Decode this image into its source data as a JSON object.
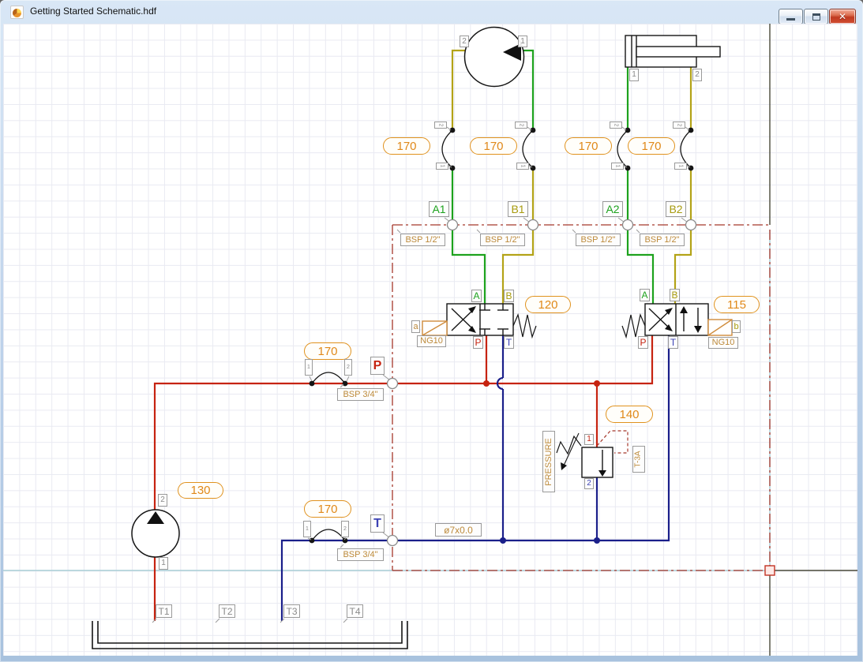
{
  "window": {
    "title": "Getting Started Schematic.hdf",
    "controls": {
      "minimize": "minimize",
      "maximize": "maximize",
      "close_glyph": "✕"
    }
  },
  "palette": {
    "pressure_line": "#c62310",
    "tank_line": "#1a1f8a",
    "work_line_a": "#1da21d",
    "work_line_b": "#b3a317",
    "balloon_orange": "#e0921e",
    "label_gray": "#8a8a8a",
    "boundary_red": "#a5372b",
    "page_cyan": "#a9ced6"
  },
  "labels": [
    {
      "id": "balloon-170-1",
      "text": "170"
    },
    {
      "id": "balloon-170-2",
      "text": "170"
    },
    {
      "id": "balloon-170-3",
      "text": "170"
    },
    {
      "id": "balloon-170-4",
      "text": "170"
    },
    {
      "id": "balloon-170-5",
      "text": "170"
    },
    {
      "id": "balloon-170-6",
      "text": "170"
    },
    {
      "id": "balloon-120",
      "text": "120"
    },
    {
      "id": "balloon-115",
      "text": "115"
    },
    {
      "id": "balloon-140",
      "text": "140"
    },
    {
      "id": "balloon-130",
      "text": "130"
    },
    {
      "id": "tag-a1",
      "text": "A1"
    },
    {
      "id": "tag-b1",
      "text": "B1"
    },
    {
      "id": "tag-a2",
      "text": "A2"
    },
    {
      "id": "tag-b2",
      "text": "B2"
    },
    {
      "id": "bsp12-1",
      "text": "BSP 1/2\""
    },
    {
      "id": "bsp12-2",
      "text": "BSP 1/2\""
    },
    {
      "id": "bsp12-3",
      "text": "BSP 1/2\""
    },
    {
      "id": "bsp12-4",
      "text": "BSP 1/2\""
    },
    {
      "id": "bsp34-1",
      "text": "BSP 3/4\""
    },
    {
      "id": "bsp34-2",
      "text": "BSP 3/4\""
    },
    {
      "id": "ng10-1",
      "text": "NG10"
    },
    {
      "id": "ng10-2",
      "text": "NG10"
    },
    {
      "id": "pipe-spec",
      "text": "ø7x0.0"
    },
    {
      "id": "pressure-label",
      "text": "PRESSURE"
    },
    {
      "id": "t3a-label",
      "text": "T-3A"
    },
    {
      "id": "tank-t1",
      "text": "T1"
    },
    {
      "id": "tank-t2",
      "text": "T2"
    },
    {
      "id": "tank-t3",
      "text": "T3"
    },
    {
      "id": "tank-t4",
      "text": "T4"
    },
    {
      "id": "rail-p",
      "text": "P"
    },
    {
      "id": "rail-t",
      "text": "T"
    },
    {
      "id": "v120-a",
      "text": "A"
    },
    {
      "id": "v120-b",
      "text": "B"
    },
    {
      "id": "v120-p",
      "text": "P"
    },
    {
      "id": "v120-t",
      "text": "T"
    },
    {
      "id": "v120-sol",
      "text": "a"
    },
    {
      "id": "v115-a",
      "text": "A"
    },
    {
      "id": "v115-b",
      "text": "B"
    },
    {
      "id": "v115-p",
      "text": "P"
    },
    {
      "id": "v115-t",
      "text": "T"
    },
    {
      "id": "v115-sol",
      "text": "b"
    },
    {
      "id": "motor-p2",
      "text": "2"
    },
    {
      "id": "motor-p1",
      "text": "1"
    },
    {
      "id": "cyl-p1",
      "text": "1"
    },
    {
      "id": "cyl-p2",
      "text": "2"
    },
    {
      "id": "pump-p2",
      "text": "2"
    },
    {
      "id": "pump-p1",
      "text": "1"
    },
    {
      "id": "rv-p1",
      "text": "1"
    },
    {
      "id": "rv-p2",
      "text": "2"
    },
    {
      "id": "hose1-top",
      "text": "2"
    },
    {
      "id": "hose1-bot",
      "text": "1"
    },
    {
      "id": "hose2-top",
      "text": "2"
    },
    {
      "id": "hose2-bot",
      "text": "1"
    },
    {
      "id": "hose3-top",
      "text": "2"
    },
    {
      "id": "hose3-bot",
      "text": "1"
    },
    {
      "id": "hose4-top",
      "text": "2"
    },
    {
      "id": "hose4-bot",
      "text": "1"
    },
    {
      "id": "hosep-1",
      "text": "1"
    },
    {
      "id": "hosep-2",
      "text": "2"
    },
    {
      "id": "hoset-1",
      "text": "1"
    },
    {
      "id": "hoset-2",
      "text": "2"
    }
  ]
}
